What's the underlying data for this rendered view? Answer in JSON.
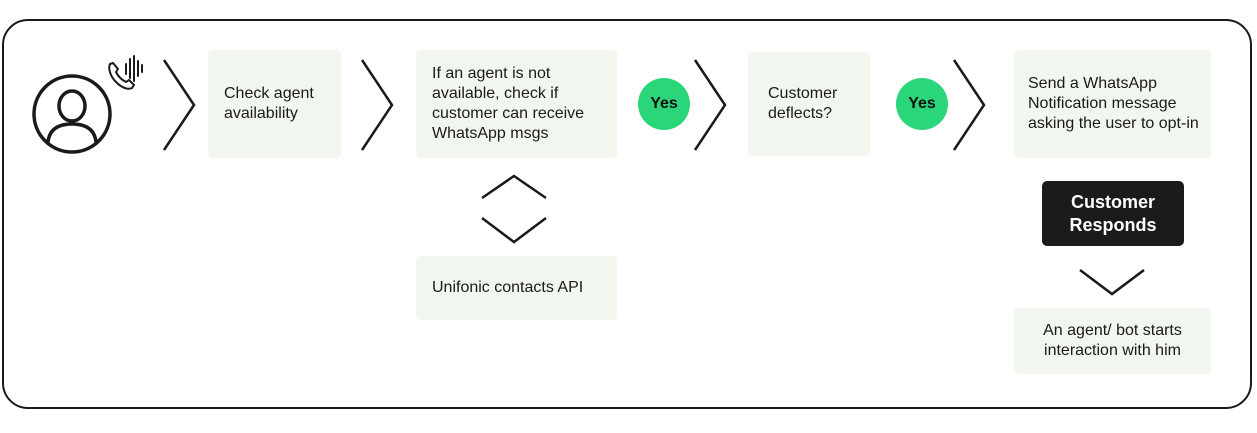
{
  "icons": {
    "person": "user-icon",
    "call": "phone-sound-icon"
  },
  "steps": {
    "check_agent": "Check agent availability",
    "check_whatsapp": "If an agent is not available, check if customer can receive WhatsApp msgs",
    "deflects": "Customer deflects?",
    "send_notification": "Send a WhatsApp Notification message asking the user to opt-in",
    "contacts_api": "Unifonic contacts API",
    "customer_responds": "Customer Responds",
    "agent_starts": "An agent/ bot starts interaction with him"
  },
  "badges": {
    "yes_1": "Yes",
    "yes_2": "Yes"
  },
  "colors": {
    "box_bg": "#f1f7ef",
    "badge": "#2bd67b",
    "dark": "#1c1a1a",
    "stroke": "#1a1a1a"
  }
}
